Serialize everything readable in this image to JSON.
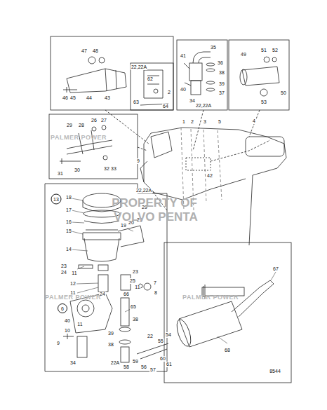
{
  "diagram": {
    "nodes": [
      {
        "text": [
          "13"
        ]
      },
      {
        "text": [
          "6"
        ]
      }
    ],
    "labels": [
      "47",
      "48",
      "46",
      "45",
      "44",
      "43",
      "22,22A",
      "62",
      "2",
      "63",
      "64",
      "41",
      "35",
      "36",
      "38",
      "40",
      "34",
      "39",
      "37",
      "22,22A",
      "49",
      "51",
      "52",
      "50",
      "53",
      "1",
      "2",
      "3",
      "5",
      "4",
      "9",
      "22,22A",
      "29",
      "42",
      "29",
      "28",
      "26",
      "27",
      "30",
      "31",
      "32",
      "33",
      "18",
      "17",
      "16",
      "15",
      "14",
      "19",
      "20",
      "21",
      "23",
      "24",
      "11",
      "23",
      "25",
      "11",
      "12",
      "11",
      "24",
      "66",
      "8",
      "7",
      "65",
      "38",
      "40",
      "11",
      "9",
      "10",
      "34",
      "39",
      "38",
      "22A",
      "58",
      "59",
      "22",
      "55",
      "54",
      "56",
      "57",
      "60",
      "61",
      "67",
      "68",
      "8544",
      "PALMER POWER",
      "PROPERTY OF",
      "VOLVO PENTA",
      "PALMER POWER",
      "PALMER POWER"
    ]
  }
}
